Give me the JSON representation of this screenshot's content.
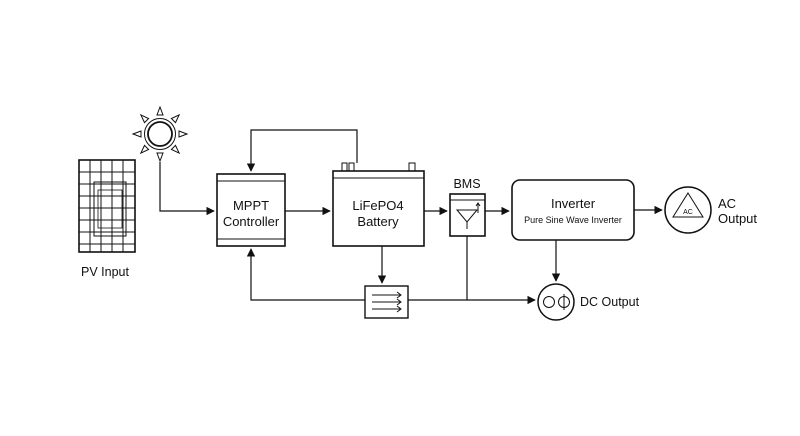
{
  "diagram": {
    "pv_input": "PV Input",
    "mppt": {
      "line1": "MPPT",
      "line2": "Controller"
    },
    "battery": {
      "line1": "LiFePO4",
      "line2": "Battery"
    },
    "bms": "BMS",
    "inverter": {
      "title": "Inverter",
      "subtitle": "Pure Sine Wave Inverter"
    },
    "ac_symbol": "AC",
    "ac_output": {
      "line1": "AC",
      "line2": "Output"
    },
    "dc_output": "DC Output"
  },
  "colors": {
    "stroke": "#111111",
    "box_fill": "#ffffff",
    "background": "#ffffff"
  }
}
